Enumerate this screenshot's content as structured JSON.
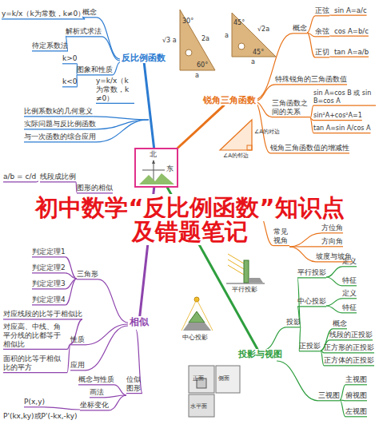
{
  "diagram": {
    "title": "初中数学“反比例函数”知识点及错题笔记",
    "nodes": [
      {
        "text": [
          "反比例函数"
        ]
      },
      {
        "text": [
          "锐角三角函数"
        ]
      },
      {
        "text": [
          "北",
          "东"
        ]
      },
      {
        "text": [
          "相似"
        ]
      },
      {
        "text": [
          "投影与视图"
        ]
      }
    ],
    "edges": [
      {
        "from": 2,
        "to": 0,
        "arrow": "none"
      },
      {
        "from": 2,
        "to": 1,
        "arrow": "none"
      },
      {
        "from": 2,
        "to": 3,
        "arrow": "none"
      },
      {
        "from": 2,
        "to": 4,
        "arrow": "none"
      }
    ],
    "labels": [
      "y=k/x（k为常数，k≠0）",
      "概念",
      "解析式求法",
      "待定系数法",
      "k>0",
      "k<0",
      "图象和性质",
      "比例系数k的几何意义",
      "实际问题与反比例函数",
      "与一次函数的综合应用",
      "y=k/x（k为常数，k≠0）",
      "30°",
      "√3 a",
      "2a",
      "a",
      "60°",
      "45°",
      "a",
      "√2a",
      "45°",
      "a",
      "概念",
      "正弦",
      "sin A=a/c",
      "余弦",
      "cos A=b/c",
      "正切",
      "tan A=a/b",
      "特殊锐角的三角函数值",
      "三角函数之间的关系",
      "sin A=cos B 或 sin B=cos A",
      "sin²A+cos²A=1",
      "tan A=sin A/cos A",
      "锐角三角函数值的增减性",
      "∠A的对边",
      "∠A的邻边",
      "常见视角",
      "方位角",
      "方向角",
      "坡度与坡角",
      "a/b = c/d",
      "线段成比例",
      "图形的相似",
      "判定定理1",
      "判定定理2",
      "判定定理3",
      "判定定理4",
      "三角形",
      "对应线段的比等于相似比",
      "对应高、中线、角平分线的比都等于相似比",
      "面积的比等于相似比的平方",
      "性质",
      "应用",
      "概念与性质",
      "画法",
      "坐标变化",
      "位似图形",
      "P(x,y)",
      "P'(kx,ky)或P'(-kx,-ky)",
      "平行投影",
      "中心投影",
      "投影",
      "平行投影",
      "定义",
      "特征",
      "中心投影",
      "定义",
      "特征",
      "正投影",
      "概念",
      "线段的正投影",
      "正方形的正投影",
      "正方体的正投影",
      "三视图",
      "主视图",
      "俯视图",
      "左视图",
      "正面",
      "侧面",
      "水平面"
    ]
  }
}
